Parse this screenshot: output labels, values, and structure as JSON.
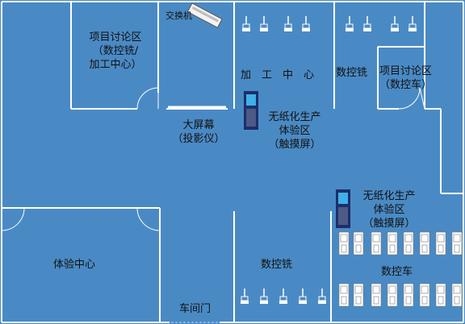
{
  "colors": {
    "floor": "#4a8ac4",
    "wall": "#ffffff",
    "terminal_screen": "#3fb0e8",
    "terminal_body": "#1c2f6b"
  },
  "labels": {
    "switch": "交换机",
    "discussion_a": "项目讨论区\n（数控铣/\n加工中心）",
    "machining_center": "加　工　中　心",
    "cnc_mill_top": "数控铣",
    "discussion_b": "项目讨论区\n（数控车）",
    "big_screen": "大屏幕\n（投影仪）",
    "paperless_1": "无纸化生产\n体验区\n（触摸屏）",
    "paperless_2": "无纸化生产\n体验区\n（触摸屏）",
    "experience_center": "体验中心",
    "cnc_mill_bottom": "数控铣",
    "cnc_lathe": "数控车",
    "workshop_door": "车间门"
  },
  "icons": {
    "switch": "network-switch-icon",
    "terminal": "touchscreen-kiosk-icon",
    "mill": "cnc-mill-icon",
    "lathe": "cnc-lathe-icon"
  }
}
